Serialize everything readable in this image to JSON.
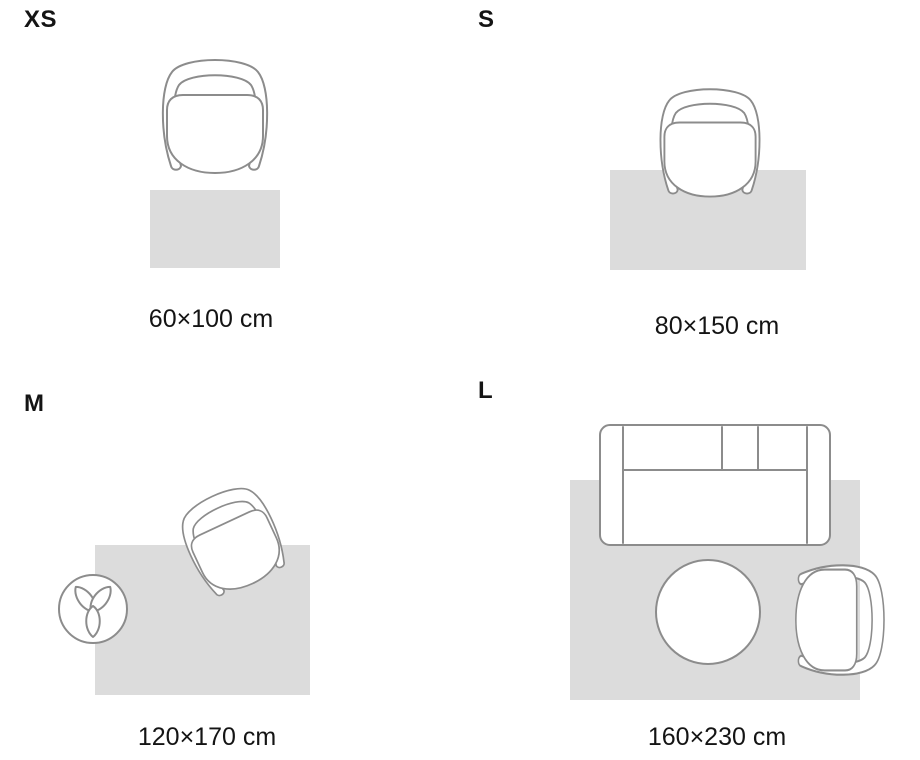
{
  "colors": {
    "bg": "#ffffff",
    "rug": "#dcdcdc",
    "line": "#8c8c8c",
    "text": "#141414"
  },
  "sizes": [
    {
      "id": "xs",
      "label": "XS",
      "dimensions": "60×100 cm"
    },
    {
      "id": "s",
      "label": "S",
      "dimensions": "80×150 cm"
    },
    {
      "id": "m",
      "label": "M",
      "dimensions": "120×170 cm"
    },
    {
      "id": "l",
      "label": "L",
      "dimensions": "160×230 cm"
    }
  ]
}
